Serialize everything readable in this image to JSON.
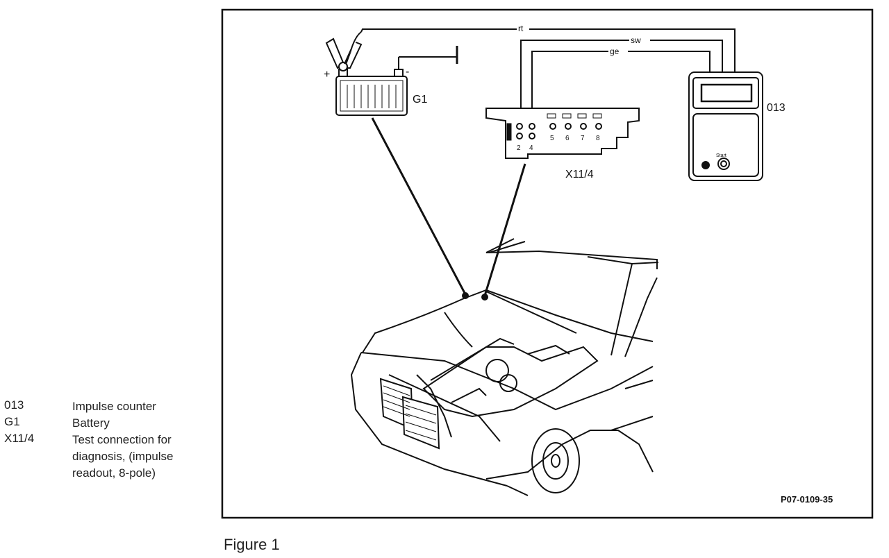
{
  "figure": {
    "caption": "Figure 1",
    "ref_code": "P07-0109-35"
  },
  "labels": {
    "battery": "G1",
    "connector": "X11/4",
    "counter": "013",
    "plus": "+",
    "minus": "-",
    "wire_rt": "rt",
    "wire_sw": "sw",
    "wire_ge": "ge",
    "start": "Start"
  },
  "pins": [
    "2",
    "4",
    "5",
    "6",
    "7",
    "8"
  ],
  "legend": [
    {
      "code": "013",
      "desc": "Impulse counter"
    },
    {
      "code": "G1",
      "desc": "Battery"
    },
    {
      "code": "X11/4",
      "desc": "Test connection for diagnosis, (impulse readout, 8-pole)"
    }
  ]
}
